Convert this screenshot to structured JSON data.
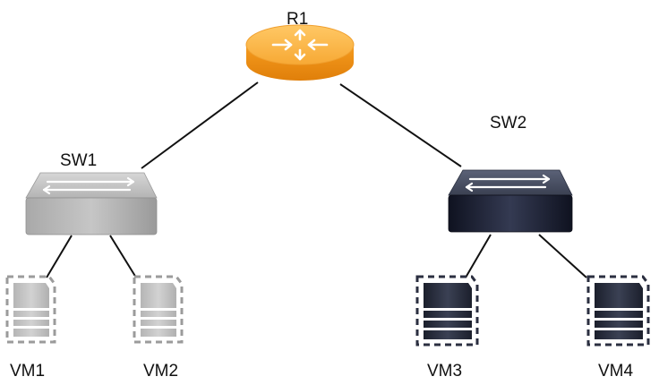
{
  "nodes": {
    "r1": {
      "label": "R1",
      "type": "router-icon"
    },
    "sw1": {
      "label": "SW1",
      "type": "switch-icon"
    },
    "sw2": {
      "label": "SW2",
      "type": "switch-icon"
    },
    "vm1": {
      "label": "VM1",
      "type": "server-icon"
    },
    "vm2": {
      "label": "VM2",
      "type": "server-icon"
    },
    "vm3": {
      "label": "VM3",
      "type": "server-icon"
    },
    "vm4": {
      "label": "VM4",
      "type": "server-icon"
    }
  },
  "links": [
    [
      "r1",
      "sw1"
    ],
    [
      "r1",
      "sw2"
    ],
    [
      "sw1",
      "vm1"
    ],
    [
      "sw1",
      "vm2"
    ],
    [
      "sw2",
      "vm3"
    ],
    [
      "sw2",
      "vm4"
    ]
  ],
  "colors": {
    "router": "#f5a623",
    "switch_light": "#b8b8b8",
    "switch_dark": "#1f2333",
    "server_light": "#c4c4c4",
    "server_dark": "#2b2f3d",
    "link": "#111111"
  }
}
